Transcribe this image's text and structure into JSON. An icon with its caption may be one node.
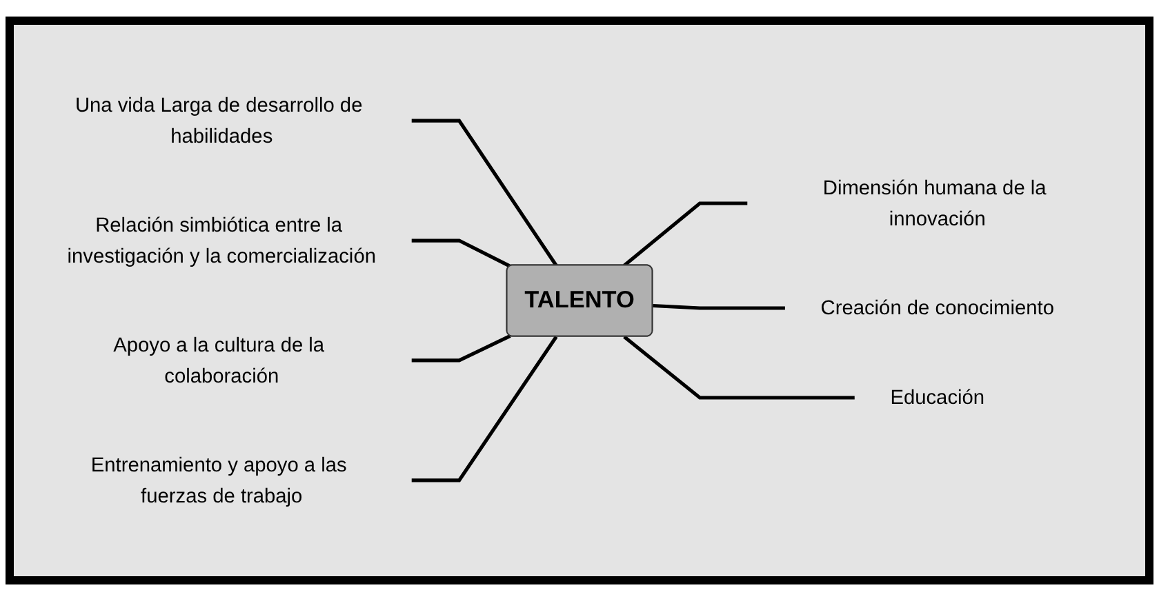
{
  "diagram": {
    "nodes": [
      {
        "text": [
          "Una vida Larga de desarrollo de habilidades"
        ]
      },
      {
        "text": [
          "Dimensión humana de la innovación"
        ]
      },
      {
        "text": [
          "Relación simbiótica entre la investigación y la comercialización"
        ]
      },
      {
        "text": [
          "Creación de conocimiento"
        ]
      },
      {
        "text": [
          "TALENTO"
        ]
      },
      {
        "text": [
          "Apoyo a la cultura de la colaboración"
        ]
      },
      {
        "text": [
          "Educación"
        ]
      },
      {
        "text": [
          "Entrenamiento y apoyo a las fuerzas de trabajo"
        ]
      }
    ],
    "edges": [
      {
        "from": 0,
        "to": 4,
        "arrow": "none"
      },
      {
        "from": 2,
        "to": 4,
        "arrow": "none"
      },
      {
        "from": 5,
        "to": 4,
        "arrow": "none"
      },
      {
        "from": 7,
        "to": 4,
        "arrow": "none"
      },
      {
        "from": 4,
        "to": 1,
        "arrow": "none"
      },
      {
        "from": 4,
        "to": 3,
        "arrow": "none"
      },
      {
        "from": 4,
        "to": 6,
        "arrow": "none"
      }
    ]
  }
}
